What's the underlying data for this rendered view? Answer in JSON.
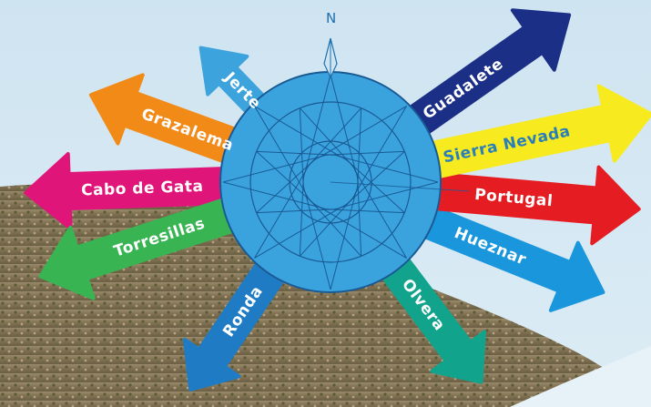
{
  "compass": {
    "north_label": "N"
  },
  "arrows": [
    {
      "id": "jerte",
      "label": "Jerte",
      "color": "#3ca3dc"
    },
    {
      "id": "grazalema",
      "label": "Grazalema",
      "color": "#f28a18"
    },
    {
      "id": "cabo-de-gata",
      "label": "Cabo de Gata",
      "color": "#e0157a"
    },
    {
      "id": "torresillas",
      "label": "Torresillas",
      "color": "#38b552"
    },
    {
      "id": "ronda",
      "label": "Ronda",
      "color": "#1f7cc4"
    },
    {
      "id": "olvera",
      "label": "Olvera",
      "color": "#12a38c"
    },
    {
      "id": "hueznar",
      "label": "Hueznar",
      "color": "#1996dc"
    },
    {
      "id": "portugal",
      "label": "Portugal",
      "color": "#e51d23"
    },
    {
      "id": "sierra-nevada",
      "label": "Sierra Nevada",
      "color": "#f7ea1e"
    },
    {
      "id": "guadalete",
      "label": "Guadalete",
      "color": "#1b2f86"
    }
  ],
  "colors": {
    "sky": "#cfe6f2",
    "compass_fill": "#3aa3de",
    "compass_line": "#1a5a94"
  }
}
